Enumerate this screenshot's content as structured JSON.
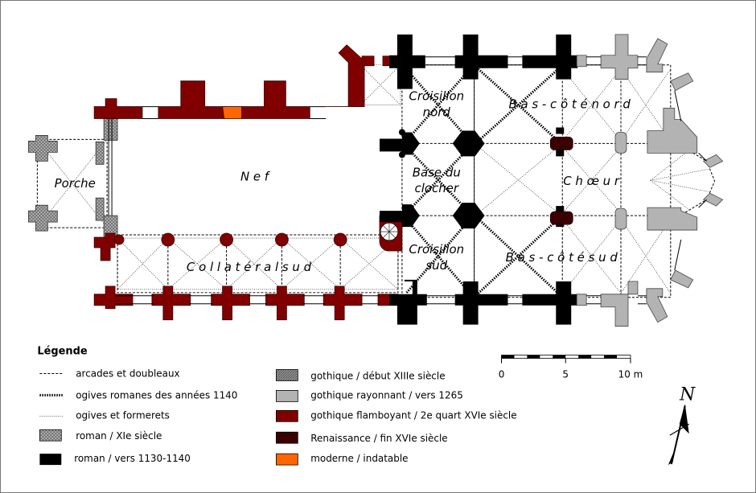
{
  "plan": {
    "labels": {
      "porche": "Porche",
      "nef": "N e f",
      "collateral_sud": "C o l l a t é r a l  s u d",
      "croisillon_nord": [
        "Croisillon",
        "nord"
      ],
      "base_clocher": [
        "Base du",
        "clocher"
      ],
      "croisillon_sud": [
        "Croisillon",
        "sud"
      ],
      "bas_cote_nord": "B a s - c ô t é   n o r d",
      "choeur": "C h œ u r",
      "bas_cote_sud": "B a s - c ô t é   s u d"
    }
  },
  "legend": {
    "title": "Légende",
    "lines": [
      {
        "label": "arcades et doubleaux",
        "style": "dashed"
      },
      {
        "label": "ogives romanes des années 1140",
        "style": "thick-dotted"
      },
      {
        "label": "ogives et formerets",
        "style": "dotted"
      }
    ],
    "periods": [
      {
        "label": "roman / XIe siècle",
        "color": "#a8a8a8",
        "pattern": "cross-hatch"
      },
      {
        "label": "roman / vers 1130-1140",
        "color": "#000000"
      },
      {
        "label": "gothique / début XIIIe siècle",
        "color": "#8a8a8a",
        "pattern": "hatch"
      },
      {
        "label": "gothique rayonnant / vers 1265",
        "color": "#b3b3b3"
      },
      {
        "label": "gothique flamboyant / 2e quart XVIe siècle",
        "color": "#800000"
      },
      {
        "label": "Renaissance / fin XVIe siècle",
        "color": "#4d0000",
        "pattern": "hatch"
      },
      {
        "label": "moderne / indatable",
        "color": "#ff6600"
      }
    ]
  },
  "scale": {
    "ticks": [
      "0",
      "5",
      "10 m"
    ]
  },
  "north": {
    "letter": "N"
  },
  "colors": {
    "roman11": "#a8a8a8",
    "roman1130": "#000000",
    "gothic13": "#8a8a8a",
    "rayonnant": "#b3b3b3",
    "flamboyant": "#800000",
    "renaissance": "#4d0000",
    "moderne": "#ff6600"
  }
}
